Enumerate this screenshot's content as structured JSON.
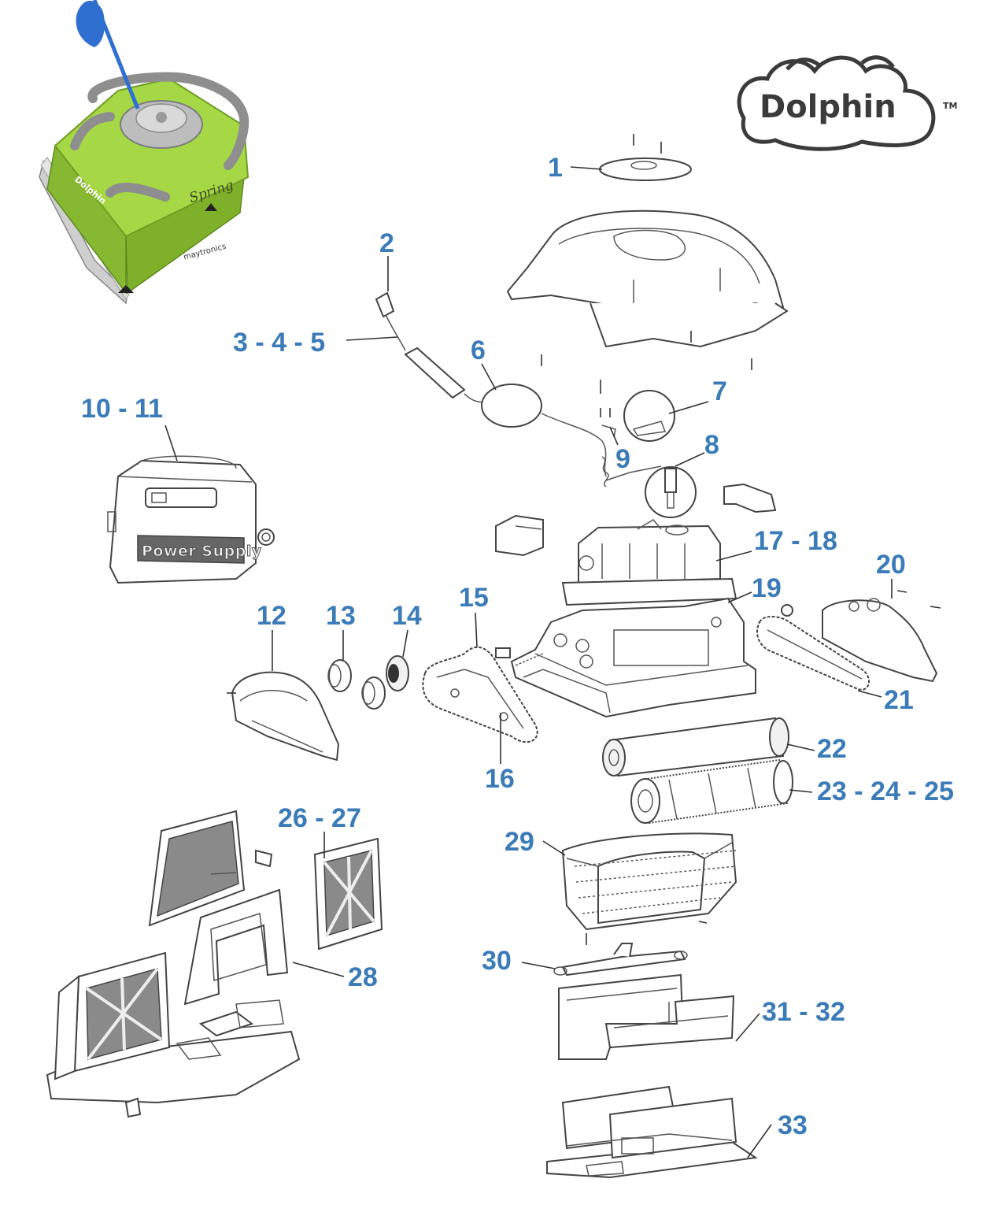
{
  "brand": {
    "logo_text": "Dolphin",
    "trademark": "TM"
  },
  "robot": {
    "model_script": "Spring",
    "mini_brand": "Dolphin",
    "maker": "maytronics"
  },
  "power_supply": {
    "label": "Power Supply"
  },
  "colors": {
    "callout": "#3a7bb8",
    "robot_body": "#a6d845",
    "robot_handle": "#8e8e8e",
    "cable": "#2f6fd0",
    "logo": "#3b3b3b"
  },
  "callouts": [
    "1",
    "2",
    "3 - 4 - 5",
    "6",
    "7",
    "8",
    "9",
    "10 - 11",
    "12",
    "13",
    "14",
    "15",
    "16",
    "17 - 18",
    "19",
    "20",
    "21",
    "22",
    "23 - 24 - 25",
    "26 - 27",
    "28",
    "29",
    "30",
    "31 - 32",
    "33"
  ]
}
